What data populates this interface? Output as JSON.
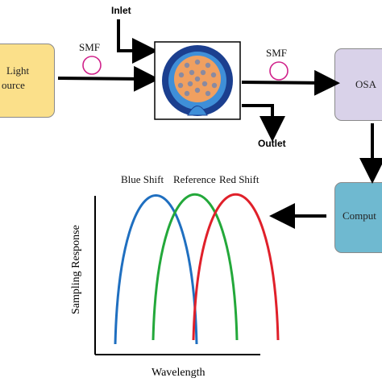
{
  "nodes": {
    "light_source": {
      "label_line1": "Light",
      "label_line2": "ource",
      "color": "#FBE08A"
    },
    "osa": {
      "label": "OSA",
      "color": "#D9D2E9"
    },
    "computer": {
      "label": "Comput",
      "color": "#6FB9D0"
    }
  },
  "labels": {
    "smf_left": "SMF",
    "smf_right": "SMF",
    "inlet": "Inlet",
    "outlet": "Outlet"
  },
  "chart_data": {
    "type": "line",
    "xlabel": "Wavelength",
    "ylabel": "Sampling Response",
    "series": [
      {
        "name": "Blue Shift",
        "color": "#1f6fc0"
      },
      {
        "name": "Reference",
        "color": "#23a83a"
      },
      {
        "name": "Red Shift",
        "color": "#e0202a"
      }
    ]
  },
  "colors": {
    "arrow": "#000000",
    "fiber_outer": "#1b3f8f",
    "fiber_ring": "#3f8fd8",
    "fiber_core": "#f0a060",
    "fiber_hole": "#8a8aa0"
  }
}
